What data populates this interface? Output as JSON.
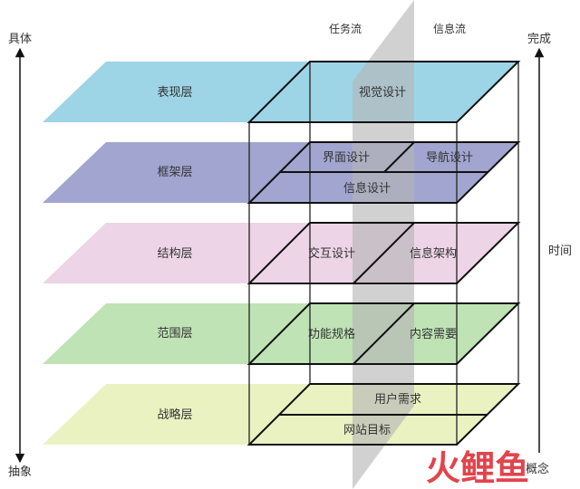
{
  "axes": {
    "left_top": "具体",
    "left_bottom": "抽象",
    "right_top": "完成",
    "right_bottom": "概念",
    "right_middle": "时间"
  },
  "streams": {
    "task_flow": "任务流",
    "info_flow": "信息流"
  },
  "layers": [
    {
      "name": "表现层",
      "color": "#9dd4e6",
      "cells": [
        "视觉设计"
      ]
    },
    {
      "name": "框架层",
      "color": "#a1a5cf",
      "cells": [
        "界面设计",
        "导航设计",
        "信息设计"
      ]
    },
    {
      "name": "结构层",
      "color": "#edd4e6",
      "cells": [
        "交互设计",
        "信息架构"
      ]
    },
    {
      "name": "范围层",
      "color": "#bfe3b5",
      "cells": [
        "功能规格",
        "内容需要"
      ]
    },
    {
      "name": "战略层",
      "color": "#ebf2c2",
      "cells": [
        "用户需求",
        "网站目标"
      ]
    }
  ],
  "watermark": {
    "text": "火鲤鱼",
    "color": "#e0343d"
  },
  "colors": {
    "plane_band": "#b4b4b4"
  }
}
